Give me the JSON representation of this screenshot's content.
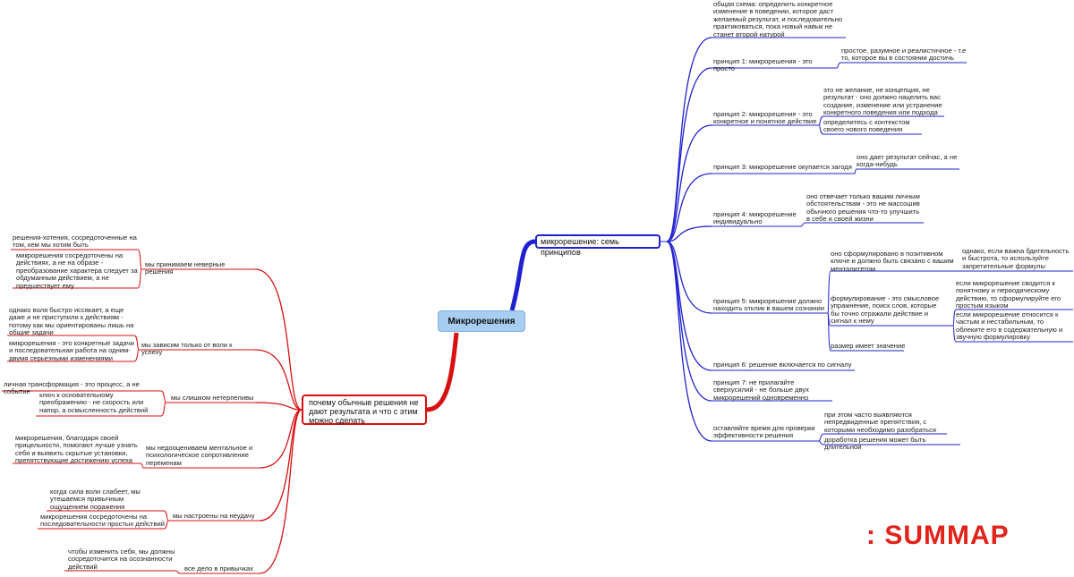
{
  "central": "Микрорешения",
  "right_branch": {
    "title": "микрорешение: семь принципов",
    "color": "#2020d0",
    "items": [
      {
        "label": "общая схема: определить конкретное изменение в поведении, которое даст желаемый результат, и последовательно практиковаться, пока новый навык не станет второй натурой",
        "children": []
      },
      {
        "label": "принцип 1: микрорешения - это просто",
        "children": [
          "простое, разумное и реалистичное - т.е то, которое вы в состоянии достичь"
        ]
      },
      {
        "label": "принцип 2: микрорешение - это конкретное и понятное действие",
        "children": [
          "это не желание, не концепция, не результат - оно должно нацелить вас создание, изменение или устранение конкретного поведения или подхода",
          "определитесь с контекстом своего нового поведения"
        ]
      },
      {
        "label": "принцип 3: микрорешение окупается загодя",
        "children": [
          "оно дает результат сейчас, а не когда-нибудь"
        ]
      },
      {
        "label": "принцип 4: микрорешение индивидуально",
        "children": [
          "оно отвечает только вашим личным обстоятельствам - это не масcошив обычного решения что-то улучшить в себе и своей жизни"
        ]
      },
      {
        "label": "принцип 5: микрорешение должно находить отклик в вашем сознании",
        "children": [
          {
            "label": "оно сформулировано в позитивном ключе и должно быть связано с вашим менталитетом",
            "children": [
              "однако, если важна бдительность и быстрота, то используйте запретительные формулы"
            ]
          },
          {
            "label": "формулирование - это смысловое упражнение, поиск слов, которые бы точно отражали действие и сигнал к нему",
            "children": [
              "если микрорешение сводится к понятному и периодическому действию, то сформулируйте его простым языком",
              "если микрорешение относится к частым и нестабильным, то облеките его в содержательную и звучную формулировку"
            ]
          },
          {
            "label": "размер имеет значение",
            "children": []
          }
        ]
      },
      {
        "label": "принцип 6: решение включается по сигналу",
        "children": []
      },
      {
        "label": "принцип 7: не прилагайте сверхусилий - не больше двух микрорешений одновременно",
        "children": []
      },
      {
        "label": "оставляйте время для проверки эффективности решения",
        "children": [
          "при этом часто выявляются непредвиденные препятствия, с которыми необходимо разобраться",
          "доработка решения может быть длительной"
        ]
      }
    ]
  },
  "left_branch": {
    "title": "почему обычные решения не дают результата и что с этим можно сделать",
    "color": "#d81010",
    "items": [
      {
        "label": "мы принимаем неверные решения",
        "children": [
          "решения-хотения, сосредоточенные на том, кем мы хотим быть",
          "микрорешения сосредоточены на действиях, а не на образе - преобразование характера следует за обдуманным действием, а не предшествует ему"
        ]
      },
      {
        "label": "мы зависим только от воли к успеху",
        "children": [
          "однако воля быстро иссякает, а еще даже и не приступили к действиям - потому как мы ориентированы лишь на общие задачи",
          "микрорешения - это конкретные задачи и последовательная работа на одним-двумя серьезными изменениями"
        ]
      },
      {
        "label": "мы слишком нетерпеливы",
        "children": [
          "личная трансформация - это процесс, а не событие",
          "ключ к основательному преображению - не скорость или напор, а осмысленность действий"
        ]
      },
      {
        "label": "мы недооцениваем ментальное и психологическое сопротивление переменам",
        "children": [
          "микрорешения, благодаря своей прицельности, помогают лучше узнать себя и выявить скрытые установки, препятствующие достижению успеха"
        ]
      },
      {
        "label": "мы настроены на неудачу",
        "children": [
          "когда сила воли слабеет, мы утешаемся привычным ощущением поражения",
          "микрорешения сосредоточены на последовательности простых действий"
        ]
      },
      {
        "label": "все дело в привычках",
        "children": [
          "чтобы изменить себя, мы должны сосредоточится на осознанности действий"
        ]
      }
    ]
  },
  "brand": ": SUMMAP"
}
